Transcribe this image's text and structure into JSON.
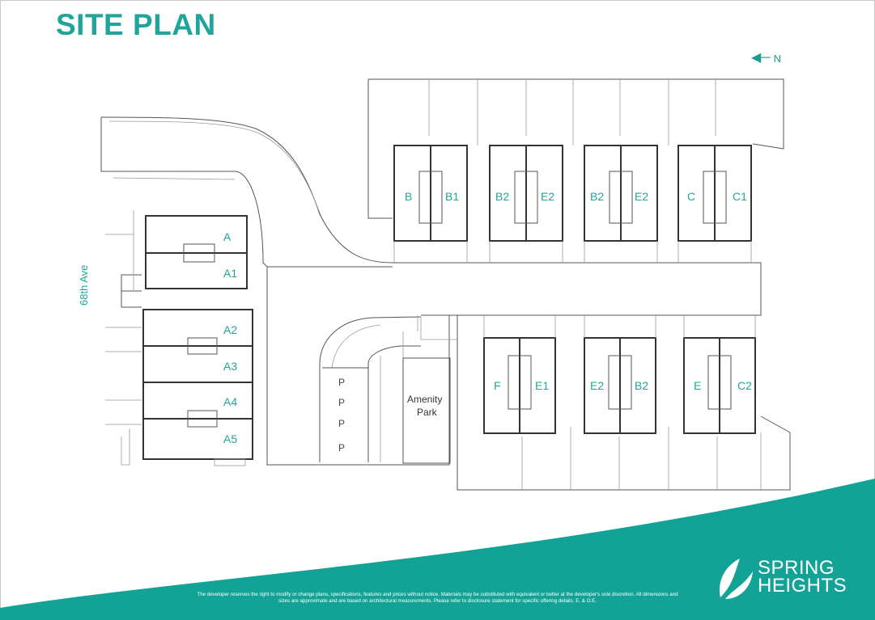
{
  "title": "SITE PLAN",
  "north": "N",
  "street": "68th Ave",
  "units": {
    "a": "A",
    "a1": "A1",
    "a2": "A2",
    "a3": "A3",
    "a4": "A4",
    "a5": "A5",
    "b": "B",
    "b1": "B1",
    "b2a": "B2",
    "e2a": "E2",
    "b2b": "B2",
    "e2b": "E2",
    "c": "C",
    "c1": "C1",
    "f": "F",
    "e1": "E1",
    "e2c": "E2",
    "b2c": "B2",
    "e": "E",
    "c2": "C2"
  },
  "parking": [
    "P",
    "P",
    "P",
    "P"
  ],
  "amenity": [
    "Amenity",
    "Park"
  ],
  "disclaimer": "The developer reserves the right to modify or change plans, specifications, features and prices without notice. Materials may be substituted with equivalent or better at the developer's sole discretion. All dimensions and sizes are approximate and are based on architectural measurements. Please refer to disclosure statement for specific offering details. E. & O.E.",
  "logo": {
    "line1": "SPRING",
    "line2": "HEIGHTS"
  },
  "colors": {
    "accent": "#21a59a",
    "wave": "#13a396"
  }
}
